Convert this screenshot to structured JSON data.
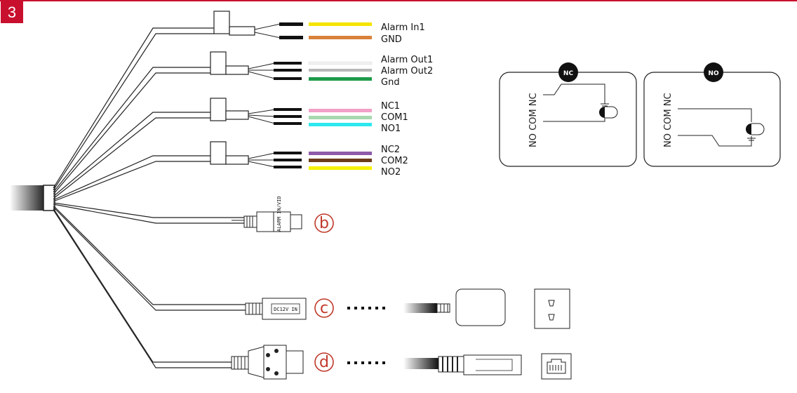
{
  "step_number": "3",
  "colors": {
    "accent": "#c8102e",
    "alarm_in1": "#f5e400",
    "gnd": "#d9823b",
    "alarm_out1": "#f0f0f0",
    "alarm_out2": "#b8b8b8",
    "gnd_out": "#1e9b4a",
    "nc1": "#f2a0c8",
    "com1": "#a8d8b0",
    "no1": "#2ee8ee",
    "nc2": "#8e5aa8",
    "com2": "#6b3a1a",
    "no2": "#f5f000"
  },
  "wire_groups": [
    {
      "labels": [
        "Alarm In1",
        "GND"
      ]
    },
    {
      "labels": [
        "Alarm Out1",
        "Alarm Out2",
        "Gnd"
      ]
    },
    {
      "labels": [
        "NC1",
        "COM1",
        "NO1"
      ]
    },
    {
      "labels": [
        "NC2",
        "COM2",
        "NO2"
      ]
    }
  ],
  "relay_diagrams": [
    {
      "badge": "NC",
      "terminal_label": "NO COM NC"
    },
    {
      "badge": "NO",
      "terminal_label": "NO COM NC"
    }
  ],
  "connectors": [
    {
      "letter": "b",
      "body_label": "ALARM IN/VID"
    },
    {
      "letter": "c",
      "body_label": "DC12V IN"
    },
    {
      "letter": "d"
    }
  ],
  "icons": {
    "power_socket": "power-outlet-icon",
    "network_port": "rj45-port-icon"
  }
}
